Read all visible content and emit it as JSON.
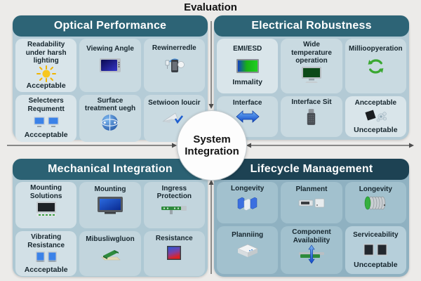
{
  "title": "Evaluation",
  "center": {
    "line1": "System",
    "line2": "Integration"
  },
  "colors": {
    "page_bg": "#ecebe9",
    "header_teal": "#2d6476",
    "header_dark_navy": "#1d4253",
    "panel_light_blue": "#b5ccd7",
    "panel_dark_blue": "#8fb1c1",
    "card_light": "#c9dae1",
    "arrow": "#4d4d4d",
    "circle_bg": "#fdfdfd"
  },
  "quadrants": [
    {
      "id": "optical-performance",
      "title": "Optical Performance",
      "position": "top-left",
      "cards": [
        {
          "title": "Readability under harsh lighting",
          "icon": "sun",
          "status": "Acceptable"
        },
        {
          "title": "Viewing Angle",
          "icon": "monitor-blue",
          "status": ""
        },
        {
          "title": "Rewinerredle",
          "icon": "handheld-device",
          "status": ""
        },
        {
          "title": "Selecteers Requmentt",
          "icon": "dual-monitors",
          "status": "Accceptable"
        },
        {
          "title": "Surface treatment uegh",
          "icon": "globe",
          "status": ""
        },
        {
          "title": "Setwioon loucir",
          "icon": "plane-check",
          "status": ""
        }
      ]
    },
    {
      "id": "electrical-robustness",
      "title": "Electrical Robustness",
      "position": "top-right",
      "cards": [
        {
          "title": "EMI/ESD",
          "icon": "screen-green",
          "status": "Immality"
        },
        {
          "title": "Wide temperature operation",
          "icon": "screen-darkgreen",
          "status": ""
        },
        {
          "title": "Millioopyeration",
          "icon": "recycle",
          "status": ""
        },
        {
          "title": "Interface",
          "icon": "arrow-lr",
          "status": ""
        },
        {
          "title": "Interface Sit",
          "icon": "usb-stick",
          "status": ""
        },
        {
          "title": "Ancceptable",
          "icon": "diamond-gear",
          "status": "Uncceptable"
        }
      ]
    },
    {
      "id": "mechanical-integration",
      "title": "Mechanical Integration",
      "position": "bottom-left",
      "cards": [
        {
          "title": "Mounting Solutions",
          "icon": "monitor-dark",
          "status": ""
        },
        {
          "title": "Mounting",
          "icon": "tv-blue",
          "status": ""
        },
        {
          "title": "Ingress Protection",
          "icon": "pcb-strip",
          "status": ""
        },
        {
          "title": "Vibrating Resistance",
          "icon": "two-blue-squares",
          "status": "Accceptable"
        },
        {
          "title": "Mibusliwgluon",
          "icon": "green-module",
          "status": ""
        },
        {
          "title": "Resistance",
          "icon": "gradient-square",
          "status": ""
        }
      ]
    },
    {
      "id": "lifecycle-management",
      "title": "Lifecycle Management",
      "position": "bottom-right",
      "cards": [
        {
          "title": "Longevity",
          "icon": "blue-boxes",
          "status": ""
        },
        {
          "title": "Planment",
          "icon": "gray-devices",
          "status": ""
        },
        {
          "title": "Longevity",
          "icon": "corrugated-tube",
          "status": ""
        },
        {
          "title": "Planniing",
          "icon": "white-box",
          "status": ""
        },
        {
          "title": "Component Availability",
          "icon": "pcb-arrow",
          "status": ""
        },
        {
          "title": "Serviceability",
          "icon": "dark-squares",
          "status": "Uncceptable"
        }
      ]
    }
  ]
}
